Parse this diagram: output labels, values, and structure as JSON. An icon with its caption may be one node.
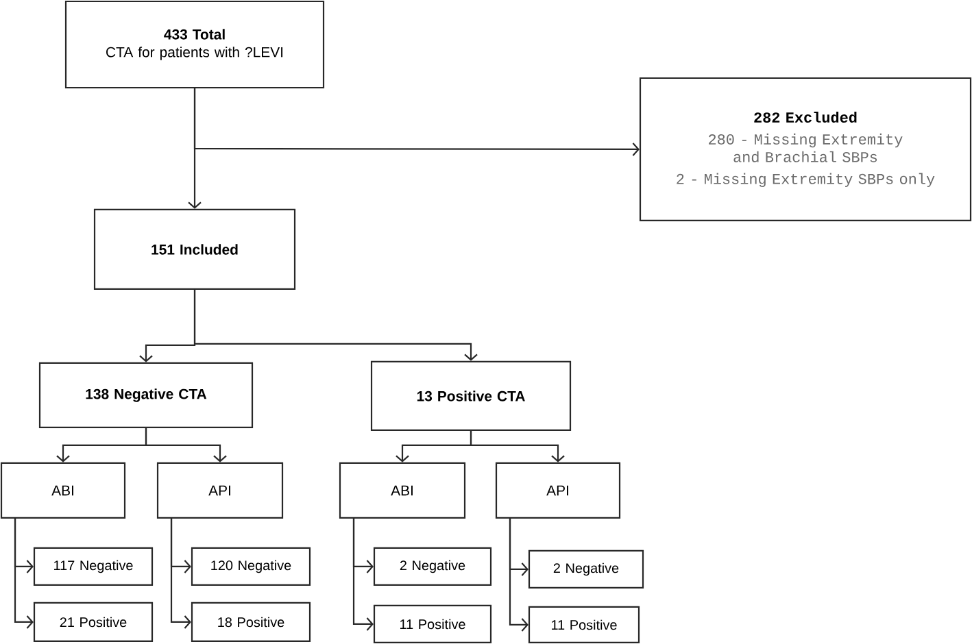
{
  "diagram": {
    "nodes": [
      {
        "text": [
          "433 Total",
          "CTA for patients with ?LEVI"
        ]
      },
      {
        "text": [
          "282 Excluded",
          "280 - Missing Extremity and Brachial SBPs",
          "2 - Missing Extremity SBPs only"
        ]
      },
      {
        "text": [
          "151 Included"
        ]
      },
      {
        "text": [
          "138 Negative CTA"
        ]
      },
      {
        "text": [
          "13 Positive CTA"
        ]
      },
      {
        "text": [
          "ABI"
        ]
      },
      {
        "text": [
          "API"
        ]
      },
      {
        "text": [
          "ABI"
        ]
      },
      {
        "text": [
          "API"
        ]
      },
      {
        "text": [
          "117 Negative"
        ]
      },
      {
        "text": [
          "21 Positive"
        ]
      },
      {
        "text": [
          "120 Negative"
        ]
      },
      {
        "text": [
          "18 Positive"
        ]
      },
      {
        "text": [
          "2 Negative"
        ]
      },
      {
        "text": [
          "11 Positive"
        ]
      },
      {
        "text": [
          "2 Negative"
        ]
      },
      {
        "text": [
          "11 Positive"
        ]
      }
    ],
    "edges": [
      {
        "from": 0,
        "to": 2,
        "arrow": "to"
      },
      {
        "from": 0,
        "to": 1,
        "arrow": "to"
      },
      {
        "from": 2,
        "to": 3,
        "arrow": "to"
      },
      {
        "from": 2,
        "to": 4,
        "arrow": "to"
      },
      {
        "from": 3,
        "to": 5,
        "arrow": "to"
      },
      {
        "from": 3,
        "to": 6,
        "arrow": "to"
      },
      {
        "from": 4,
        "to": 7,
        "arrow": "to"
      },
      {
        "from": 4,
        "to": 8,
        "arrow": "to"
      },
      {
        "from": 5,
        "to": 9,
        "arrow": "to"
      },
      {
        "from": 5,
        "to": 10,
        "arrow": "to"
      },
      {
        "from": 6,
        "to": 11,
        "arrow": "to"
      },
      {
        "from": 6,
        "to": 12,
        "arrow": "to"
      },
      {
        "from": 7,
        "to": 13,
        "arrow": "to"
      },
      {
        "from": 7,
        "to": 14,
        "arrow": "to"
      },
      {
        "from": 8,
        "to": 15,
        "arrow": "to"
      },
      {
        "from": 8,
        "to": 16,
        "arrow": "to"
      }
    ]
  }
}
